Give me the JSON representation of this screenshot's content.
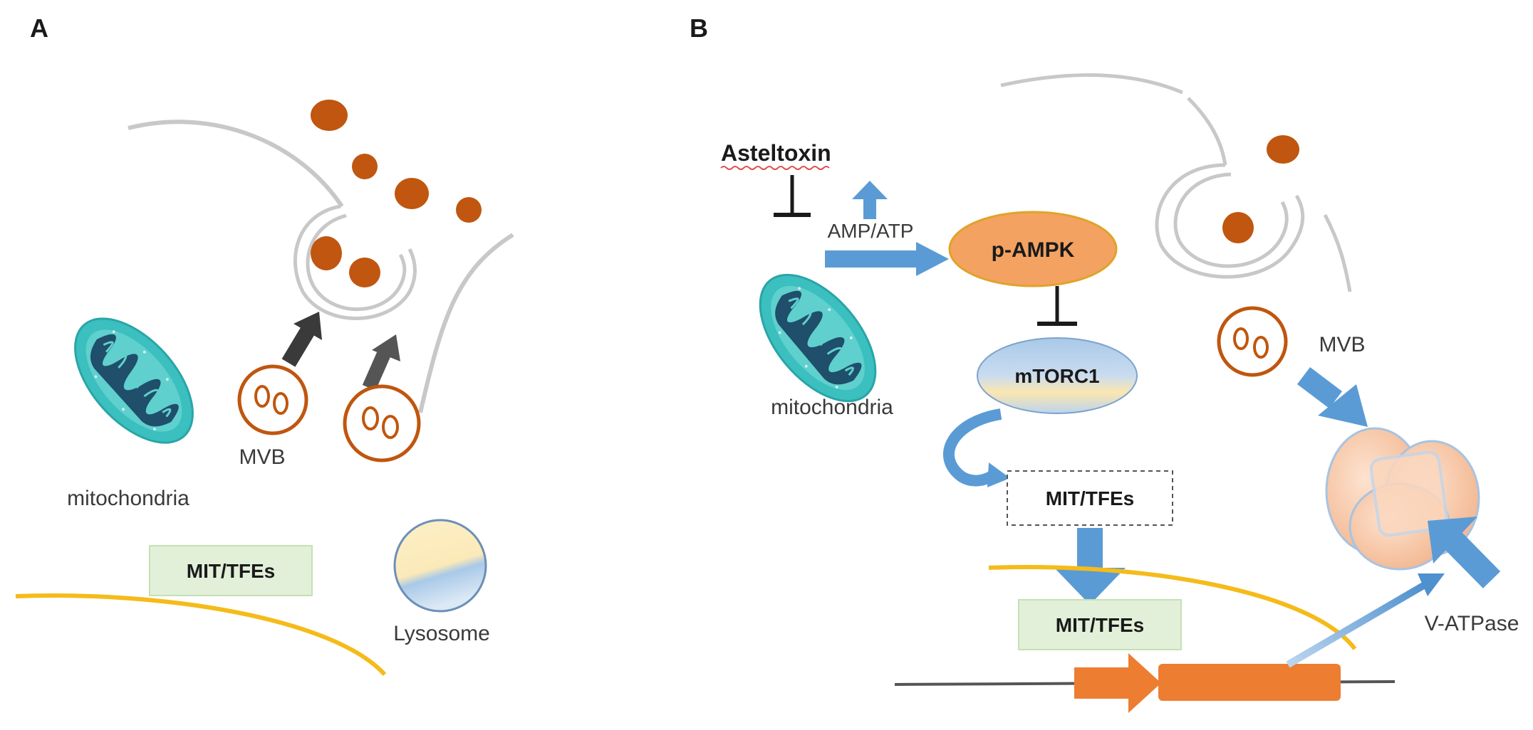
{
  "panels": {
    "a": {
      "label": "A",
      "mitochondria_label": "mitochondria",
      "mvb_label": "MVB",
      "tfe_label": "MIT/TFEs",
      "lysosome_label": "Lysosome"
    },
    "b": {
      "label": "B",
      "drug_label": "Asteltoxin",
      "ratio_label": "AMP/ATP",
      "ampk_label": "p-AMPK",
      "mtorc_label": "mTORC1",
      "mitochondria_label": "mitochondria",
      "tfe_cyto_label": "MIT/TFEs",
      "tfe_nuclear_label": "MIT/TFEs",
      "mvb_label": "MVB",
      "vatpase_label": "V-ATPase"
    }
  },
  "colors": {
    "vesicle": "#c0560f",
    "mito_fill": "#3bbfbf",
    "mito_dark": "#1f4f6a",
    "arrow_blue": "#5b9bd5",
    "nucleus_line": "#f5bb1a",
    "ampk_fill": "#f4a261",
    "tfe_box": "#e2f0d9",
    "gene_orange": "#ed7d31",
    "membrane_gray": "#c8c8c8"
  },
  "icons": [
    "mitochondrion-icon",
    "multivesicular-body-icon",
    "lysosome-icon",
    "v-atpase-icon",
    "inhibition-bar-icon",
    "gene-promoter-arrow-icon"
  ]
}
